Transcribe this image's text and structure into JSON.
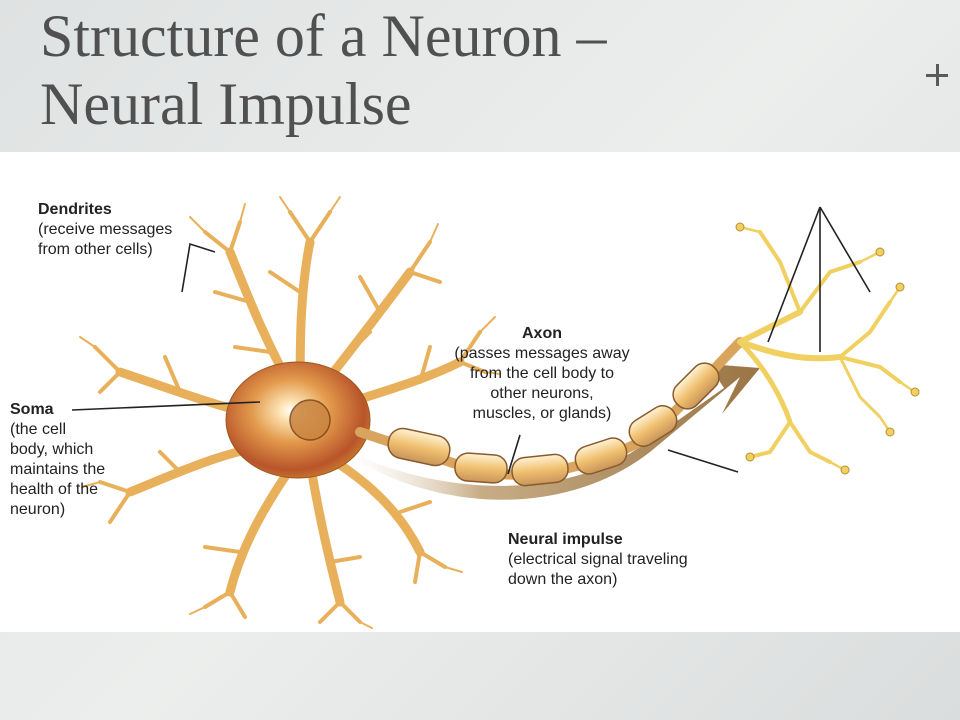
{
  "slide": {
    "title_line1": "Structure of a Neuron –",
    "title_line2": "Neural Impulse"
  },
  "labels": {
    "dendrites": {
      "heading": "Dendrites",
      "lines": [
        "(receive messages",
        "from other cells)"
      ]
    },
    "soma": {
      "heading": "Soma",
      "lines": [
        "(the cell",
        "body, which",
        "maintains the",
        "health of the",
        "neuron)"
      ]
    },
    "axon": {
      "heading": "Axon",
      "lines": [
        "(passes messages away",
        "from the cell body to",
        "other neurons,",
        "muscles, or glands)"
      ]
    },
    "impulse": {
      "heading": "Neural impulse",
      "lines": [
        "(electrical signal traveling",
        "down the axon)"
      ]
    }
  },
  "colors": {
    "dendrite_fill": "#e8b05a",
    "dendrite_stroke": "#9a5a1e",
    "soma_core": "#c8622a",
    "myelin": "#f0c070",
    "arrow": "#a8875a",
    "terminal": "#f0d060"
  }
}
